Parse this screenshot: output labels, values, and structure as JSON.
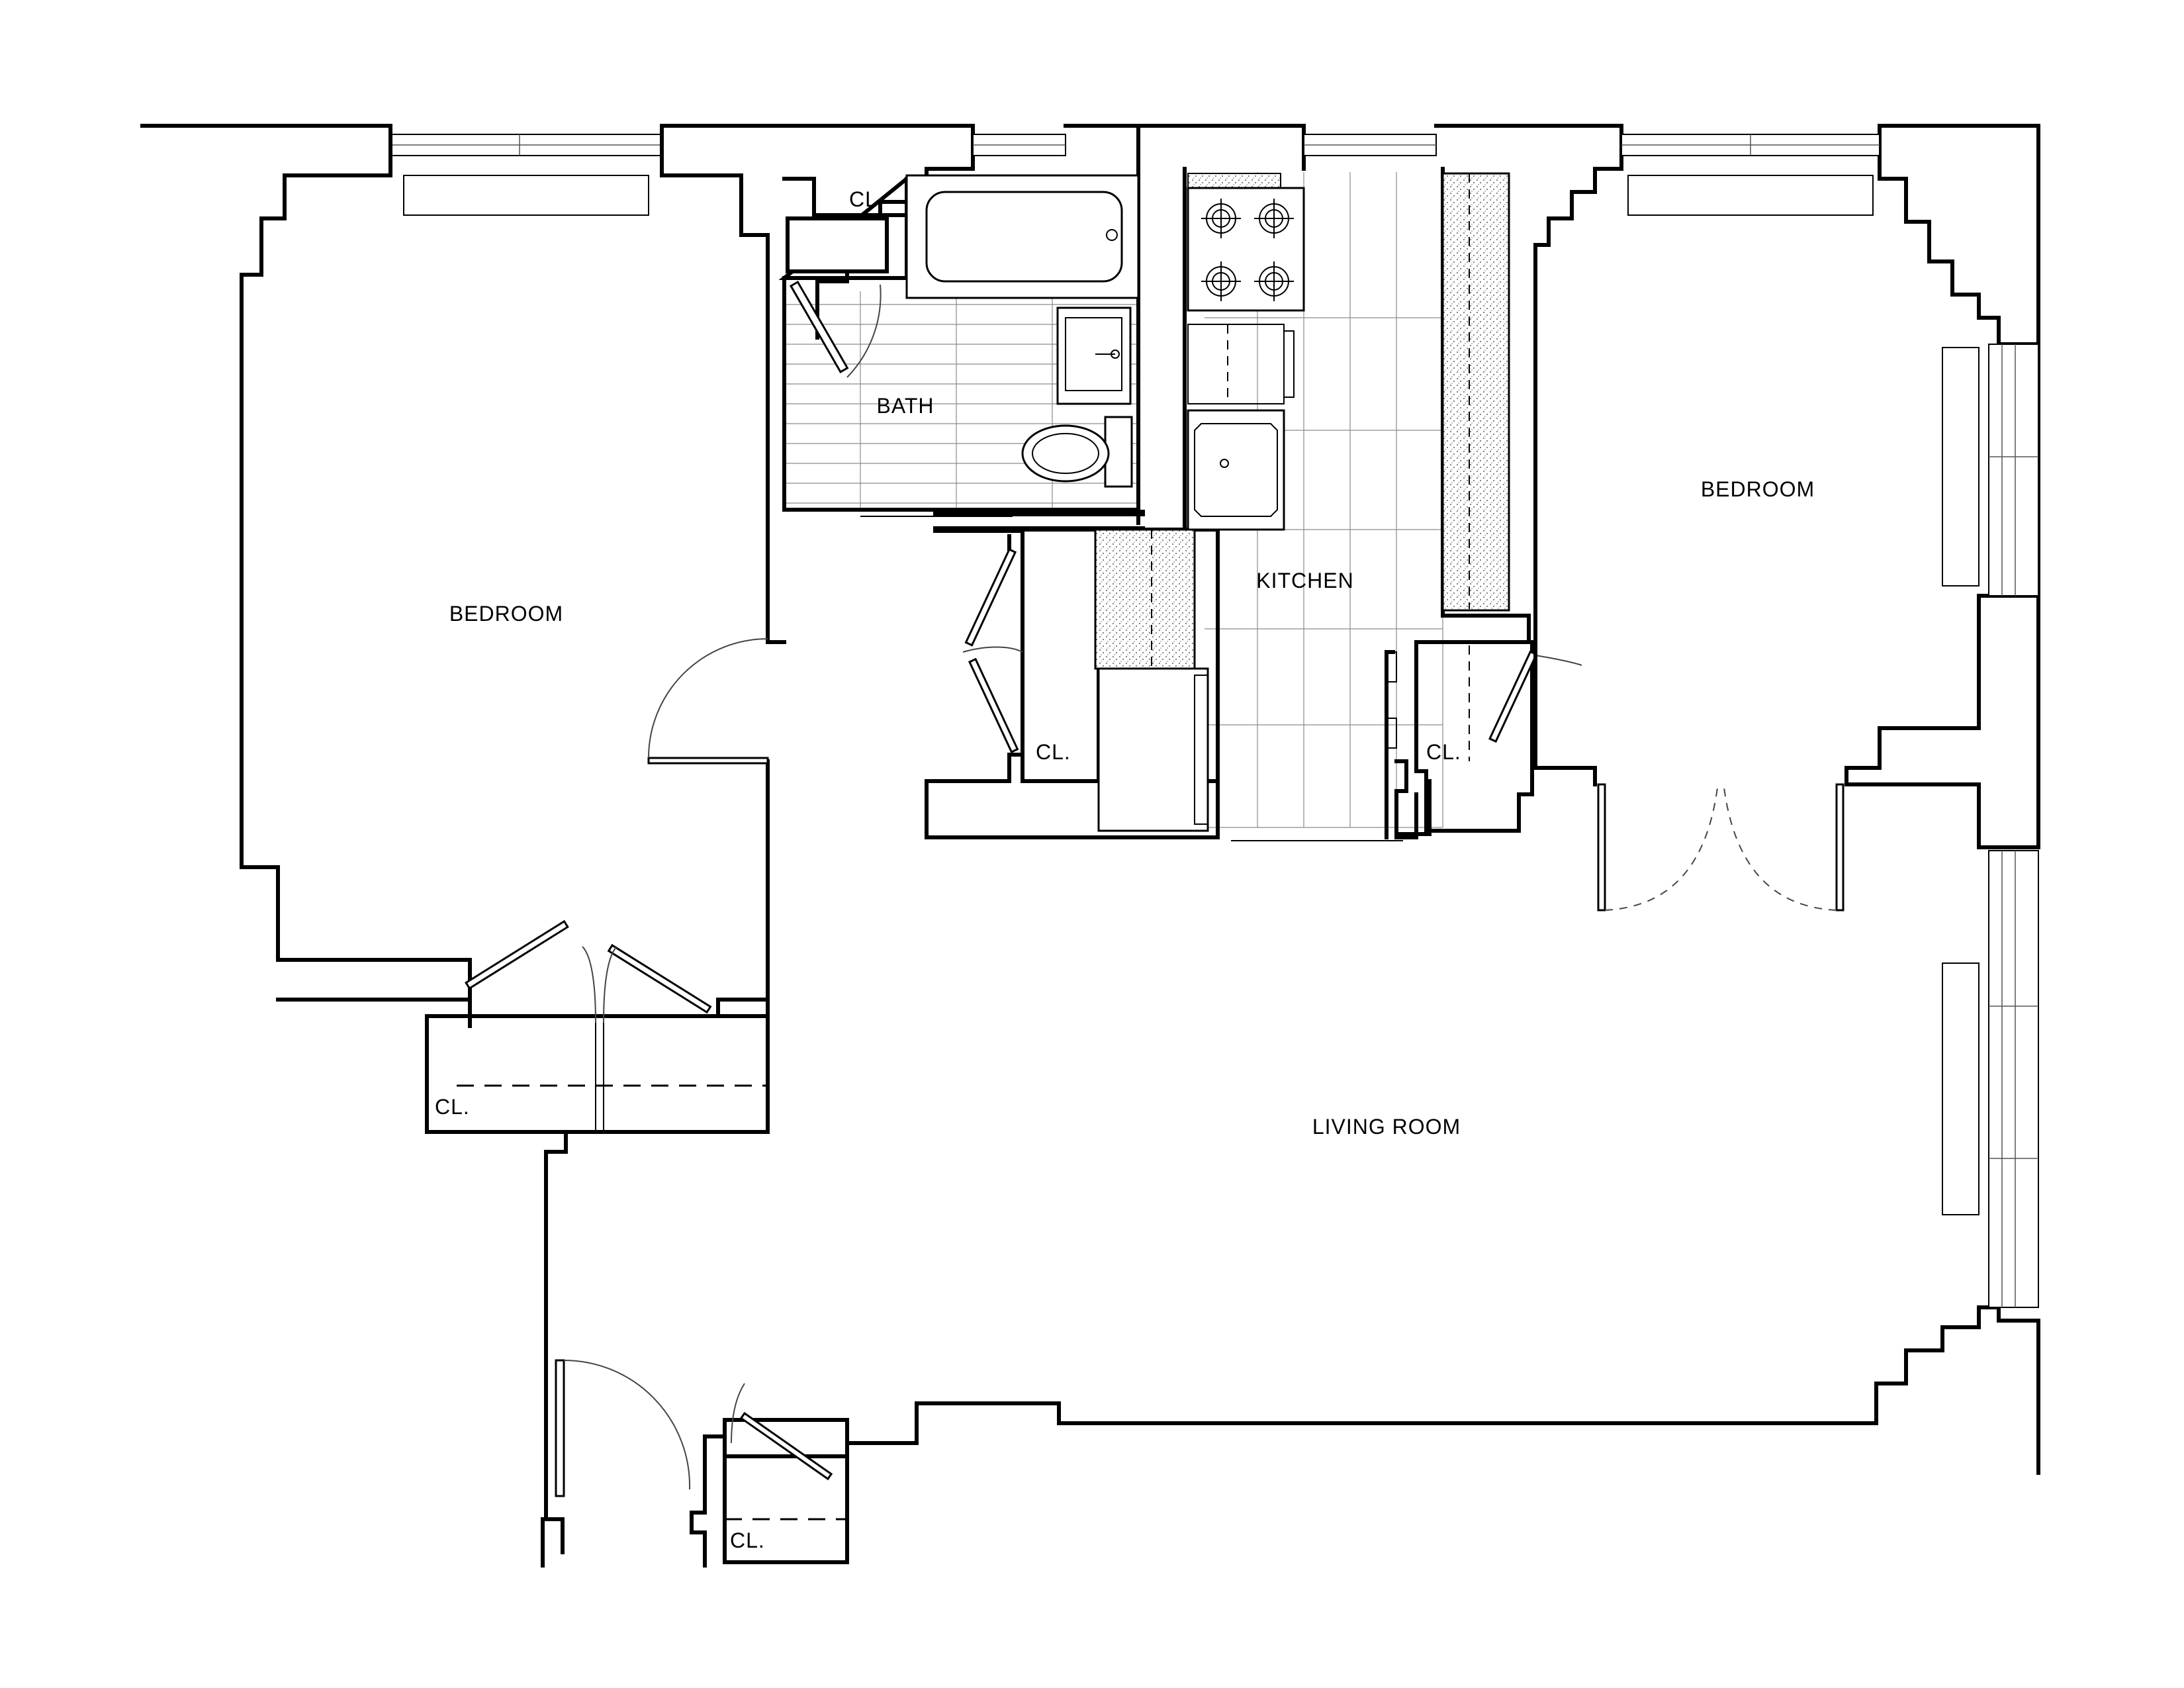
{
  "rooms": {
    "bedroom_left": "BEDROOM",
    "bath": "BATH",
    "kitchen": "KITCHEN",
    "bedroom_right": "BEDROOM",
    "living_room": "LIVING ROOM"
  },
  "closets": {
    "bath_closet": "CL.",
    "hall_closet": "CL.",
    "kitchen_closet": "CL.",
    "bedroom_left_closet": "CL.",
    "entry_closet": "CL."
  }
}
